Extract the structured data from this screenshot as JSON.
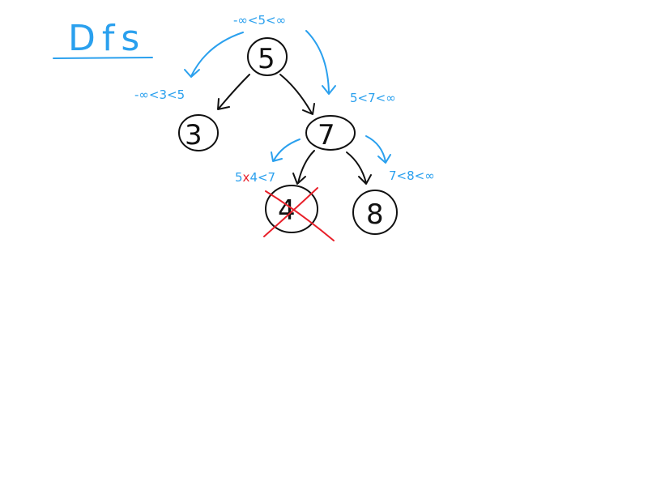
{
  "title": "Dfs",
  "colors": {
    "ink": "#111111",
    "blue": "#2aa0ee",
    "red": "#e8202a",
    "background": "#ffffff"
  },
  "nodes": [
    {
      "id": "n5",
      "label": "5",
      "crossed_out": false
    },
    {
      "id": "n3",
      "label": "3",
      "crossed_out": false
    },
    {
      "id": "n7",
      "label": "7",
      "crossed_out": false
    },
    {
      "id": "n4",
      "label": "4",
      "crossed_out": true
    },
    {
      "id": "n8",
      "label": "8",
      "crossed_out": false
    }
  ],
  "edges": [
    {
      "from": "n5",
      "to": "n3"
    },
    {
      "from": "n5",
      "to": "n7"
    },
    {
      "from": "n7",
      "to": "n4"
    },
    {
      "from": "n7",
      "to": "n8"
    }
  ],
  "range_labels": {
    "root": "-∞<5<∞",
    "left_of_5": "-∞<3<5",
    "right_of_5": "5<7<∞",
    "left_of_7_prefix": "5",
    "left_of_7_mark": "x",
    "left_of_7_suffix": "4<7",
    "right_of_7": "7<8<∞"
  }
}
